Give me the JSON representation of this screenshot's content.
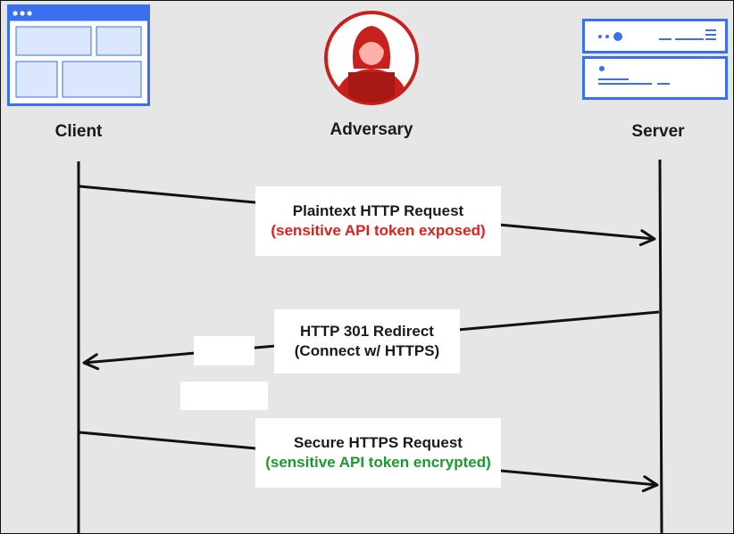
{
  "actors": {
    "client": "Client",
    "adversary": "Adversary",
    "server": "Server"
  },
  "messages": [
    {
      "line1": "Plaintext HTTP Request",
      "line2": "(sensitive API token exposed)",
      "line2_color": "#e0201c"
    },
    {
      "line1": "HTTP 301 Redirect",
      "line2": "(Connect w/ HTTPS)",
      "line2_color": "#1a1a1a"
    },
    {
      "line1": "Secure HTTPS Request",
      "line2": "(sensitive API token encrypted)",
      "line2_color": "#1a9a2e"
    }
  ],
  "icons": {
    "client": "browser-window-icon",
    "adversary": "hooded-hacker-icon",
    "server": "server-rack-icon"
  },
  "colors": {
    "accent_blue": "#3a6ff0",
    "danger_red": "#e0201c",
    "hacker_red": "#c8201c",
    "secure_green": "#1a9a2e"
  }
}
